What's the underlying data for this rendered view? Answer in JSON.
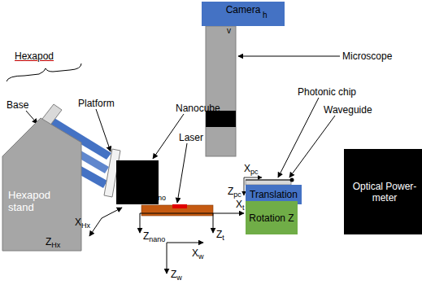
{
  "diagram": {
    "nodes": [
      {
        "text": [
          "Camera"
        ]
      },
      {
        "text": [
          "Hexapod stand"
        ]
      },
      {
        "text": [
          "Translation"
        ]
      },
      {
        "text": [
          "Rotation Z"
        ]
      },
      {
        "text": [
          "Optical Power-meter"
        ]
      }
    ],
    "labels": [
      "Hexapod",
      "Base",
      "Platform",
      "Nanocube",
      "Laser",
      "Microscope",
      "Photonic chip",
      "Waveguide",
      "v",
      "h",
      "Xnano",
      "Znano",
      "Xt",
      "Zt",
      "Xw",
      "Zw",
      "XHx",
      "ZHx",
      "Xpc",
      "Zpc"
    ]
  }
}
